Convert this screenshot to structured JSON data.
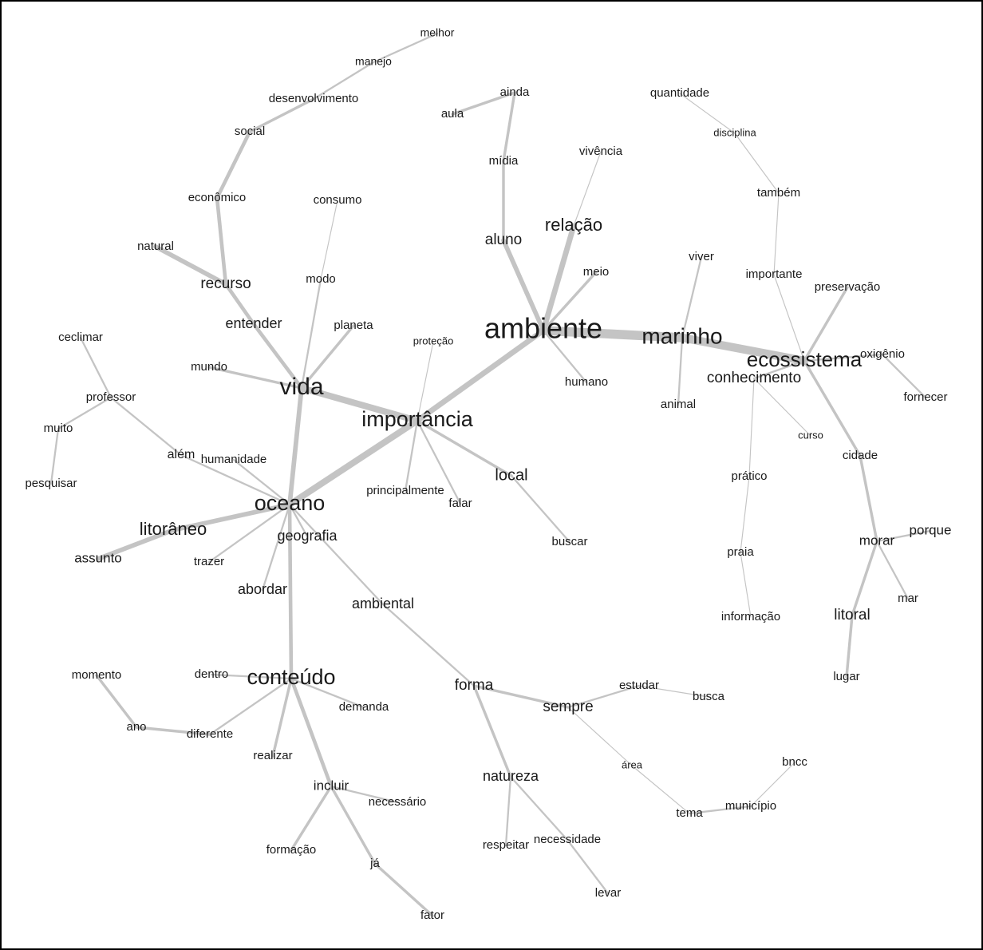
{
  "graph": {
    "edge_color": "#c4c4c4",
    "text_color": "#1a1a1a",
    "nodes": [
      {
        "id": "ambiente",
        "label": "ambiente",
        "weight": 36
      },
      {
        "id": "marinho",
        "label": "marinho",
        "weight": 28
      },
      {
        "id": "ecossistema",
        "label": "ecossistema",
        "weight": 26
      },
      {
        "id": "vida",
        "label": "vida",
        "weight": 30
      },
      {
        "id": "importancia",
        "label": "importância",
        "weight": 27
      },
      {
        "id": "oceano",
        "label": "oceano",
        "weight": 27
      },
      {
        "id": "conteudo",
        "label": "conteúdo",
        "weight": 27
      },
      {
        "id": "relacao",
        "label": "relação",
        "weight": 22
      },
      {
        "id": "aluno",
        "label": "aluno",
        "weight": 19
      },
      {
        "id": "litoraneo",
        "label": "litorâneo",
        "weight": 22
      },
      {
        "id": "local",
        "label": "local",
        "weight": 20
      },
      {
        "id": "recurso",
        "label": "recurso",
        "weight": 19
      },
      {
        "id": "conhecimento",
        "label": "conhecimento",
        "weight": 19
      },
      {
        "id": "entender",
        "label": "entender",
        "weight": 18
      },
      {
        "id": "forma",
        "label": "forma",
        "weight": 19
      },
      {
        "id": "sempre",
        "label": "sempre",
        "weight": 19
      },
      {
        "id": "ambiental",
        "label": "ambiental",
        "weight": 18
      },
      {
        "id": "geografia",
        "label": "geografia",
        "weight": 18
      },
      {
        "id": "abordar",
        "label": "abordar",
        "weight": 18
      },
      {
        "id": "natureza",
        "label": "natureza",
        "weight": 18
      },
      {
        "id": "litoral",
        "label": "litoral",
        "weight": 19
      },
      {
        "id": "morar",
        "label": "morar",
        "weight": 17
      },
      {
        "id": "porque",
        "label": "porque",
        "weight": 17
      },
      {
        "id": "incluir",
        "label": "incluir",
        "weight": 17
      },
      {
        "id": "assunto",
        "label": "assunto",
        "weight": 17
      },
      {
        "id": "melhor",
        "label": "melhor",
        "weight": 14
      },
      {
        "id": "manejo",
        "label": "manejo",
        "weight": 14
      },
      {
        "id": "desenvolvimento",
        "label": "desenvolvimento",
        "weight": 15
      },
      {
        "id": "social",
        "label": "social",
        "weight": 15
      },
      {
        "id": "economico",
        "label": "econômico",
        "weight": 15
      },
      {
        "id": "natural",
        "label": "natural",
        "weight": 15
      },
      {
        "id": "consumo",
        "label": "consumo",
        "weight": 15
      },
      {
        "id": "modo",
        "label": "modo",
        "weight": 15
      },
      {
        "id": "planeta",
        "label": "planeta",
        "weight": 15
      },
      {
        "id": "mundo",
        "label": "mundo",
        "weight": 15
      },
      {
        "id": "ceclimar",
        "label": "ceclimar",
        "weight": 15
      },
      {
        "id": "professor",
        "label": "professor",
        "weight": 15
      },
      {
        "id": "muito",
        "label": "muito",
        "weight": 15
      },
      {
        "id": "pesquisar",
        "label": "pesquisar",
        "weight": 15
      },
      {
        "id": "alem",
        "label": "além",
        "weight": 16
      },
      {
        "id": "humanidade",
        "label": "humanidade",
        "weight": 15
      },
      {
        "id": "trazer",
        "label": "trazer",
        "weight": 15
      },
      {
        "id": "protecao",
        "label": "proteção",
        "weight": 13
      },
      {
        "id": "principalmente",
        "label": "principalmente",
        "weight": 15
      },
      {
        "id": "falar",
        "label": "falar",
        "weight": 15
      },
      {
        "id": "buscar",
        "label": "buscar",
        "weight": 15
      },
      {
        "id": "aula",
        "label": "aula",
        "weight": 15
      },
      {
        "id": "ainda",
        "label": "ainda",
        "weight": 15
      },
      {
        "id": "midia",
        "label": "mídia",
        "weight": 15
      },
      {
        "id": "vivencia",
        "label": "vivência",
        "weight": 15
      },
      {
        "id": "meio",
        "label": "meio",
        "weight": 15
      },
      {
        "id": "humano",
        "label": "humano",
        "weight": 15
      },
      {
        "id": "quantidade",
        "label": "quantidade",
        "weight": 15
      },
      {
        "id": "disciplina",
        "label": "disciplina",
        "weight": 13
      },
      {
        "id": "tambem",
        "label": "também",
        "weight": 15
      },
      {
        "id": "importante",
        "label": "importante",
        "weight": 15
      },
      {
        "id": "preservacao",
        "label": "preservação",
        "weight": 15
      },
      {
        "id": "viver",
        "label": "viver",
        "weight": 15
      },
      {
        "id": "oxigenio",
        "label": "oxigênio",
        "weight": 15
      },
      {
        "id": "fornecer",
        "label": "fornecer",
        "weight": 15
      },
      {
        "id": "animal",
        "label": "animal",
        "weight": 15
      },
      {
        "id": "curso",
        "label": "curso",
        "weight": 13
      },
      {
        "id": "cidade",
        "label": "cidade",
        "weight": 15
      },
      {
        "id": "pratico",
        "label": "prático",
        "weight": 15
      },
      {
        "id": "praia",
        "label": "praia",
        "weight": 15
      },
      {
        "id": "informacao",
        "label": "informação",
        "weight": 15
      },
      {
        "id": "mar",
        "label": "mar",
        "weight": 15
      },
      {
        "id": "lugar",
        "label": "lugar",
        "weight": 15
      },
      {
        "id": "momento",
        "label": "momento",
        "weight": 15
      },
      {
        "id": "dentro",
        "label": "dentro",
        "weight": 15
      },
      {
        "id": "demanda",
        "label": "demanda",
        "weight": 15
      },
      {
        "id": "ano",
        "label": "ano",
        "weight": 15
      },
      {
        "id": "diferente",
        "label": "diferente",
        "weight": 15
      },
      {
        "id": "realizar",
        "label": "realizar",
        "weight": 15
      },
      {
        "id": "necessario",
        "label": "necessário",
        "weight": 15
      },
      {
        "id": "formacao",
        "label": "formação",
        "weight": 15
      },
      {
        "id": "ja",
        "label": "já",
        "weight": 15
      },
      {
        "id": "fator",
        "label": "fator",
        "weight": 15
      },
      {
        "id": "estudar",
        "label": "estudar",
        "weight": 15
      },
      {
        "id": "busca",
        "label": "busca",
        "weight": 15
      },
      {
        "id": "area",
        "label": "área",
        "weight": 13
      },
      {
        "id": "bncc",
        "label": "bncc",
        "weight": 15
      },
      {
        "id": "tema",
        "label": "tema",
        "weight": 15
      },
      {
        "id": "municipio",
        "label": "município",
        "weight": 15
      },
      {
        "id": "respeitar",
        "label": "respeitar",
        "weight": 15
      },
      {
        "id": "necessidade",
        "label": "necessidade",
        "weight": 15
      },
      {
        "id": "levar",
        "label": "levar",
        "weight": 15
      }
    ],
    "edges": [
      {
        "from": "ambiente",
        "to": "marinho",
        "strength": 10
      },
      {
        "from": "marinho",
        "to": "ecossistema",
        "strength": 9
      },
      {
        "from": "ambiente",
        "to": "importancia",
        "strength": 6
      },
      {
        "from": "ambiente",
        "to": "relacao",
        "strength": 6
      },
      {
        "from": "ambiente",
        "to": "aluno",
        "strength": 5
      },
      {
        "from": "ambiente",
        "to": "meio",
        "strength": 3
      },
      {
        "from": "ambiente",
        "to": "humano",
        "strength": 2
      },
      {
        "from": "aluno",
        "to": "midia",
        "strength": 3
      },
      {
        "from": "midia",
        "to": "ainda",
        "strength": 3
      },
      {
        "from": "ainda",
        "to": "aula",
        "strength": 3
      },
      {
        "from": "relacao",
        "to": "vivencia",
        "strength": 1
      },
      {
        "from": "marinho",
        "to": "viver",
        "strength": 2
      },
      {
        "from": "marinho",
        "to": "animal",
        "strength": 2
      },
      {
        "from": "ecossistema",
        "to": "conhecimento",
        "strength": 2
      },
      {
        "from": "ecossistema",
        "to": "preservacao",
        "strength": 3
      },
      {
        "from": "ecossistema",
        "to": "oxigenio",
        "strength": 2
      },
      {
        "from": "oxigenio",
        "to": "fornecer",
        "strength": 2
      },
      {
        "from": "ecossistema",
        "to": "cidade",
        "strength": 3
      },
      {
        "from": "cidade",
        "to": "morar",
        "strength": 3
      },
      {
        "from": "morar",
        "to": "porque",
        "strength": 2
      },
      {
        "from": "morar",
        "to": "mar",
        "strength": 2
      },
      {
        "from": "morar",
        "to": "litoral",
        "strength": 3
      },
      {
        "from": "litoral",
        "to": "lugar",
        "strength": 3
      },
      {
        "from": "ecossistema",
        "to": "importante",
        "strength": 1
      },
      {
        "from": "importante",
        "to": "tambem",
        "strength": 1
      },
      {
        "from": "tambem",
        "to": "disciplina",
        "strength": 1
      },
      {
        "from": "disciplina",
        "to": "quantidade",
        "strength": 1
      },
      {
        "from": "conhecimento",
        "to": "curso",
        "strength": 1
      },
      {
        "from": "conhecimento",
        "to": "pratico",
        "strength": 1
      },
      {
        "from": "pratico",
        "to": "praia",
        "strength": 1
      },
      {
        "from": "praia",
        "to": "informacao",
        "strength": 1
      },
      {
        "from": "importancia",
        "to": "vida",
        "strength": 7
      },
      {
        "from": "importancia",
        "to": "oceano",
        "strength": 7
      },
      {
        "from": "importancia",
        "to": "local",
        "strength": 3
      },
      {
        "from": "local",
        "to": "buscar",
        "strength": 2
      },
      {
        "from": "importancia",
        "to": "principalmente",
        "strength": 2
      },
      {
        "from": "importancia",
        "to": "falar",
        "strength": 2
      },
      {
        "from": "importancia",
        "to": "protecao",
        "strength": 1
      },
      {
        "from": "vida",
        "to": "oceano",
        "strength": 5
      },
      {
        "from": "vida",
        "to": "entender",
        "strength": 4
      },
      {
        "from": "entender",
        "to": "recurso",
        "strength": 4
      },
      {
        "from": "recurso",
        "to": "natural",
        "strength": 5
      },
      {
        "from": "recurso",
        "to": "economico",
        "strength": 4
      },
      {
        "from": "economico",
        "to": "social",
        "strength": 4
      },
      {
        "from": "social",
        "to": "desenvolvimento",
        "strength": 3
      },
      {
        "from": "desenvolvimento",
        "to": "manejo",
        "strength": 2
      },
      {
        "from": "manejo",
        "to": "melhor",
        "strength": 2
      },
      {
        "from": "vida",
        "to": "modo",
        "strength": 2
      },
      {
        "from": "modo",
        "to": "consumo",
        "strength": 1
      },
      {
        "from": "vida",
        "to": "planeta",
        "strength": 3
      },
      {
        "from": "vida",
        "to": "mundo",
        "strength": 3
      },
      {
        "from": "oceano",
        "to": "litoraneo",
        "strength": 5
      },
      {
        "from": "litoraneo",
        "to": "assunto",
        "strength": 5
      },
      {
        "from": "oceano",
        "to": "alem",
        "strength": 2
      },
      {
        "from": "alem",
        "to": "professor",
        "strength": 2
      },
      {
        "from": "professor",
        "to": "ceclimar",
        "strength": 2
      },
      {
        "from": "professor",
        "to": "muito",
        "strength": 2
      },
      {
        "from": "muito",
        "to": "pesquisar",
        "strength": 2
      },
      {
        "from": "oceano",
        "to": "humanidade",
        "strength": 2
      },
      {
        "from": "oceano",
        "to": "geografia",
        "strength": 2
      },
      {
        "from": "oceano",
        "to": "trazer",
        "strength": 2
      },
      {
        "from": "oceano",
        "to": "abordar",
        "strength": 2
      },
      {
        "from": "oceano",
        "to": "conteudo",
        "strength": 4
      },
      {
        "from": "oceano",
        "to": "ambiental",
        "strength": 2
      },
      {
        "from": "ambiental",
        "to": "forma",
        "strength": 2
      },
      {
        "from": "forma",
        "to": "sempre",
        "strength": 3
      },
      {
        "from": "forma",
        "to": "natureza",
        "strength": 3
      },
      {
        "from": "sempre",
        "to": "estudar",
        "strength": 2
      },
      {
        "from": "estudar",
        "to": "busca",
        "strength": 1
      },
      {
        "from": "sempre",
        "to": "area",
        "strength": 1
      },
      {
        "from": "area",
        "to": "tema",
        "strength": 1
      },
      {
        "from": "tema",
        "to": "municipio",
        "strength": 2
      },
      {
        "from": "municipio",
        "to": "bncc",
        "strength": 1
      },
      {
        "from": "natureza",
        "to": "respeitar",
        "strength": 2
      },
      {
        "from": "natureza",
        "to": "necessidade",
        "strength": 2
      },
      {
        "from": "necessidade",
        "to": "levar",
        "strength": 2
      },
      {
        "from": "conteudo",
        "to": "dentro",
        "strength": 2
      },
      {
        "from": "conteudo",
        "to": "demanda",
        "strength": 2
      },
      {
        "from": "conteudo",
        "to": "diferente",
        "strength": 2
      },
      {
        "from": "diferente",
        "to": "ano",
        "strength": 3
      },
      {
        "from": "ano",
        "to": "momento",
        "strength": 3
      },
      {
        "from": "conteudo",
        "to": "realizar",
        "strength": 3
      },
      {
        "from": "conteudo",
        "to": "incluir",
        "strength": 4
      },
      {
        "from": "incluir",
        "to": "necessario",
        "strength": 2
      },
      {
        "from": "incluir",
        "to": "formacao",
        "strength": 3
      },
      {
        "from": "incluir",
        "to": "ja",
        "strength": 3
      },
      {
        "from": "ja",
        "to": "fator",
        "strength": 3
      }
    ]
  }
}
